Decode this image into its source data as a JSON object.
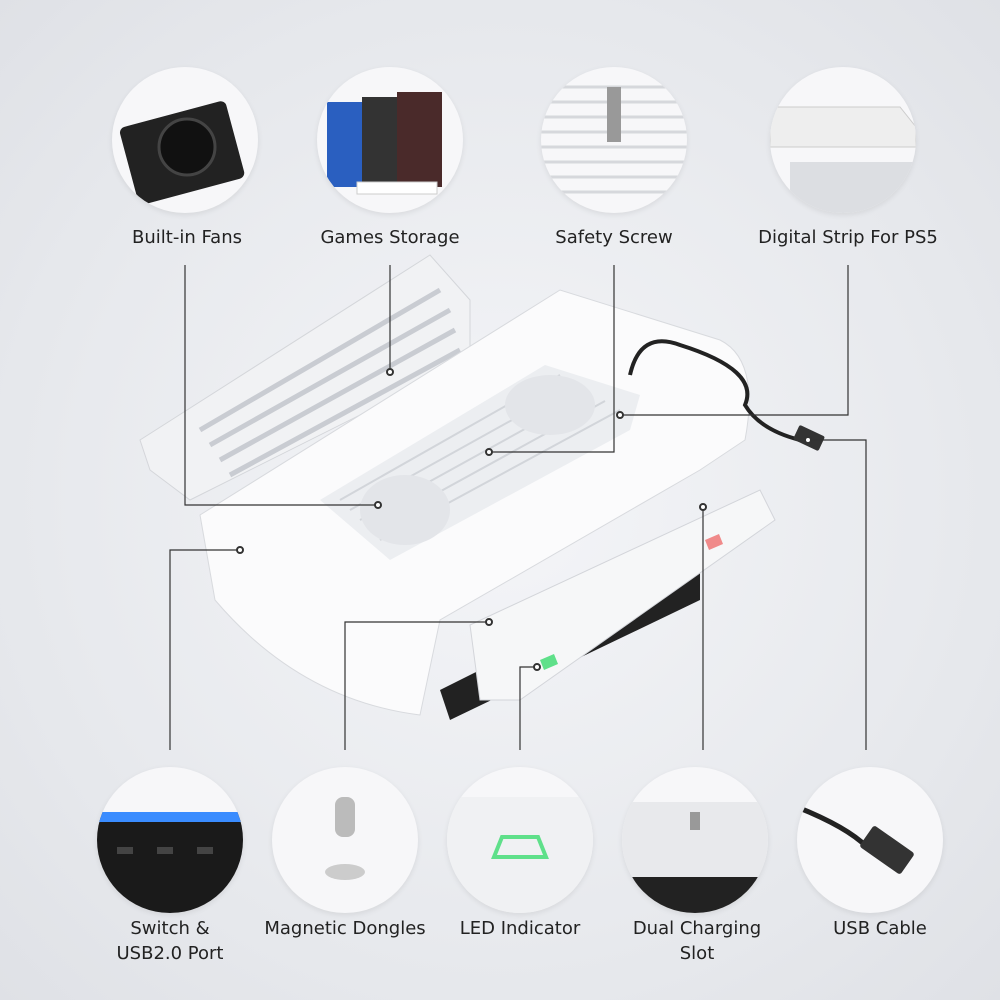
{
  "features_top": [
    {
      "label": "Built-in Fans",
      "icon": "fan-icon"
    },
    {
      "label": "Games Storage",
      "icon": "game-cases-icon"
    },
    {
      "label": "Safety Screw",
      "icon": "screw-icon"
    },
    {
      "label": "Digital Strip For PS5",
      "icon": "strip-icon"
    }
  ],
  "features_bottom": [
    {
      "label_line1": "Switch &",
      "label_line2": "USB2.0 Port",
      "icon": "usb-ports-icon"
    },
    {
      "label_line1": "Magnetic Dongles",
      "label_line2": "",
      "icon": "usb-c-dongle-icon"
    },
    {
      "label_line1": "LED Indicator",
      "label_line2": "",
      "icon": "led-controller-icon"
    },
    {
      "label_line1": "Dual Charging",
      "label_line2": "Slot",
      "icon": "charging-slot-icon"
    },
    {
      "label_line1": "USB Cable",
      "label_line2": "",
      "icon": "usb-cable-icon"
    }
  ],
  "colors": {
    "led_green": "#5fe08a",
    "led_red": "#f08a8a",
    "port_blue": "#3a8cff",
    "line": "#333333"
  }
}
